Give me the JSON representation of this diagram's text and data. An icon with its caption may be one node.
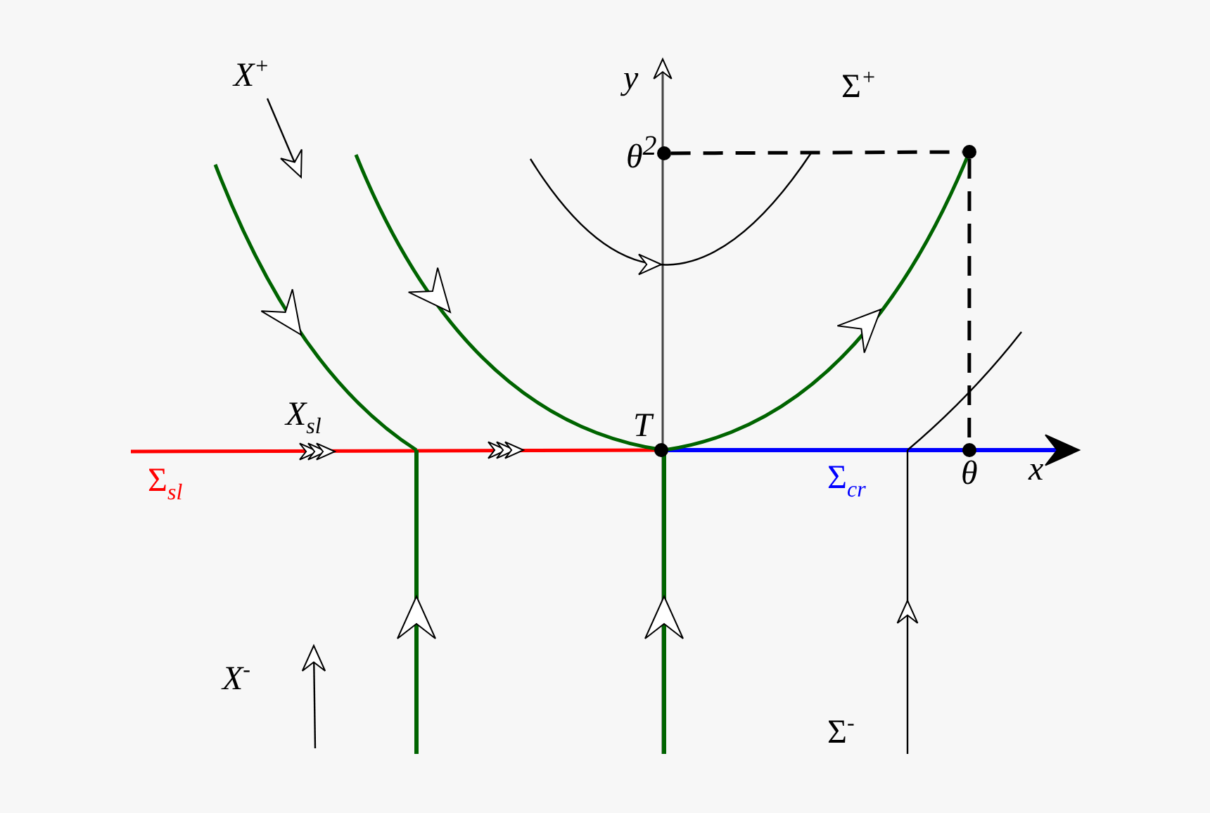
{
  "diagram": {
    "nodes": [
      {
        "text": [
          "θ$^{2}$"
        ]
      },
      {
        "text": [],
        "shape": "circle"
      },
      {
        "text": [
          "θ"
        ]
      },
      {
        "text": [
          "T"
        ]
      }
    ],
    "edges": [
      {
        "from": 0,
        "to": 1,
        "arrow": "none",
        "style": "dashed"
      },
      {
        "from": 1,
        "to": 2,
        "arrow": "none",
        "style": "dashed"
      }
    ],
    "labels": [
      "X$^{+}$",
      "y",
      "Σ$^{+}$",
      "X$_{sl}$",
      "Σ$_{sl}$",
      "Σ$_{cr}$",
      "x",
      "X$^{-}$",
      "Σ$^{-}$"
    ]
  }
}
